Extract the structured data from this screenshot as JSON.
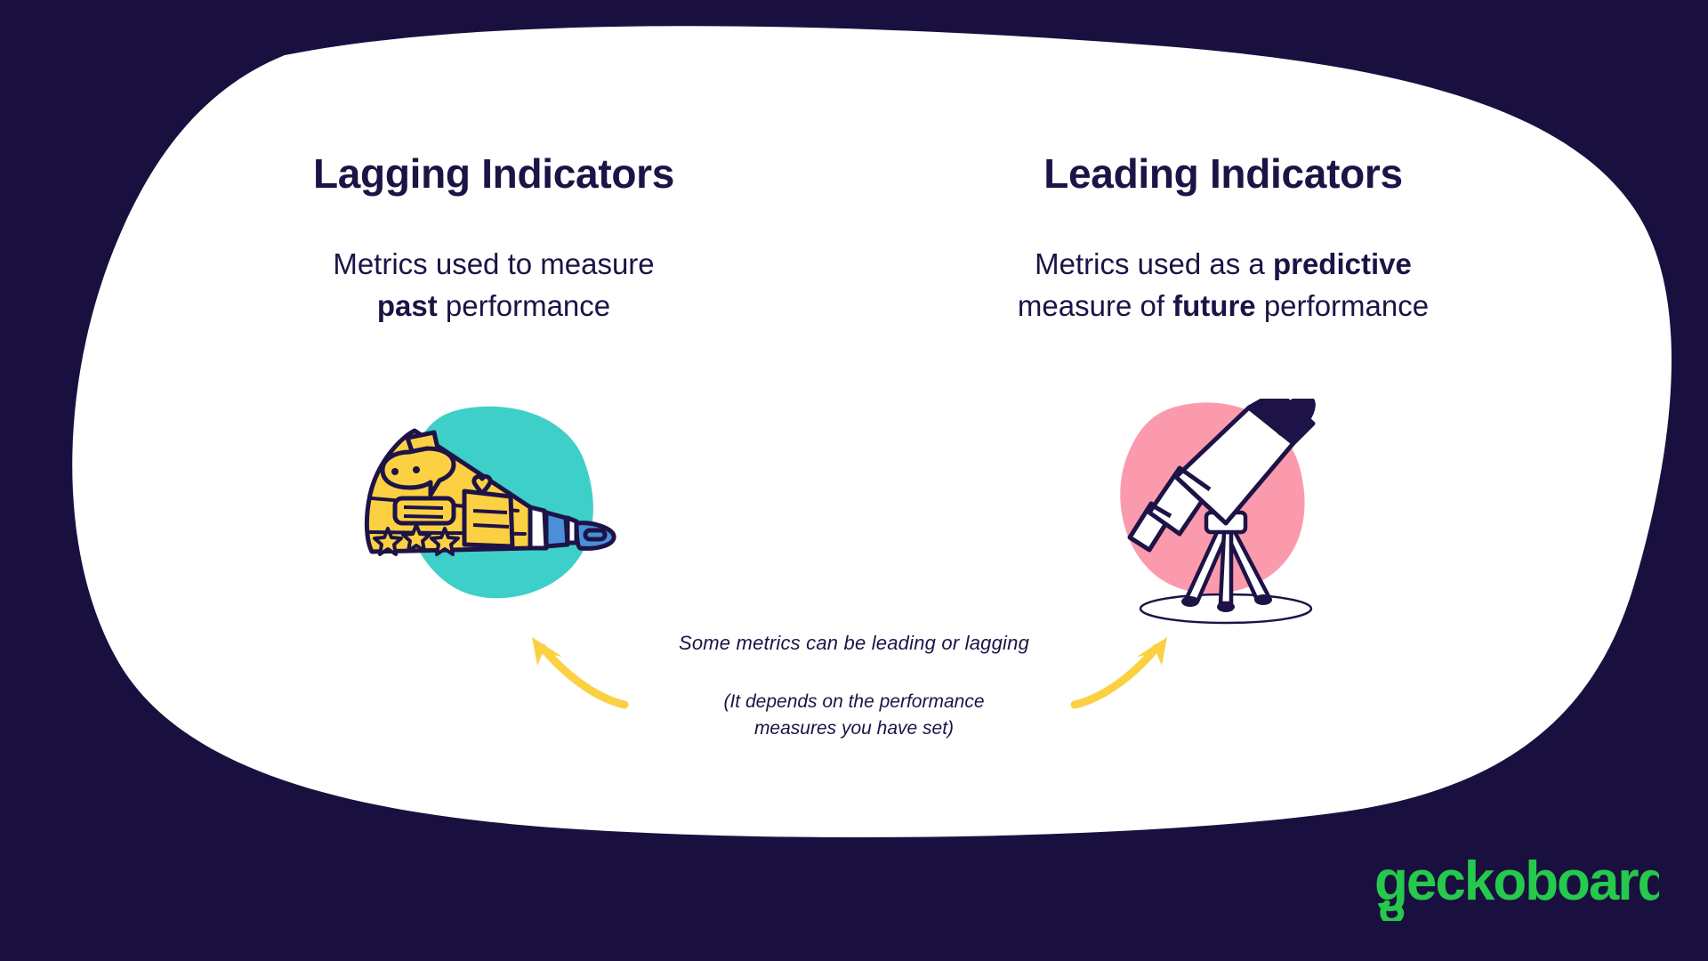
{
  "theme": {
    "background": "#1a1040",
    "card": "#ffffff",
    "text": "#1d1346",
    "accent_yellow": "#fbd043",
    "accent_teal": "#3ecfc8",
    "accent_pink": "#fb9aad",
    "accent_blue": "#4a90d9",
    "brand_green": "#25c94b"
  },
  "columns": [
    {
      "heading": "Lagging Indicators",
      "subtitle_line1_pre": "Metrics used to measure",
      "subtitle_line1_bold": "",
      "subtitle_line1_post": "",
      "subtitle_line2_pre": "",
      "subtitle_line2_bold": "past",
      "subtitle_line2_post": " performance",
      "illustration": "megaphone-illustration",
      "blob_color": "#3ecfc8"
    },
    {
      "heading": "Leading Indicators",
      "subtitle_line1_pre": "Metrics used as a ",
      "subtitle_line1_bold": "predictive",
      "subtitle_line1_post": "",
      "subtitle_line2_pre": "measure of ",
      "subtitle_line2_bold": "future",
      "subtitle_line2_post": " performance",
      "illustration": "telescope-illustration",
      "blob_color": "#fb9aad"
    }
  ],
  "caption": {
    "main": "Some metrics can be leading or lagging",
    "sub_line1": "(It depends on the performance",
    "sub_line2": "measures you have set)"
  },
  "logo": {
    "text": "geckoboard",
    "color": "#25c94b"
  }
}
